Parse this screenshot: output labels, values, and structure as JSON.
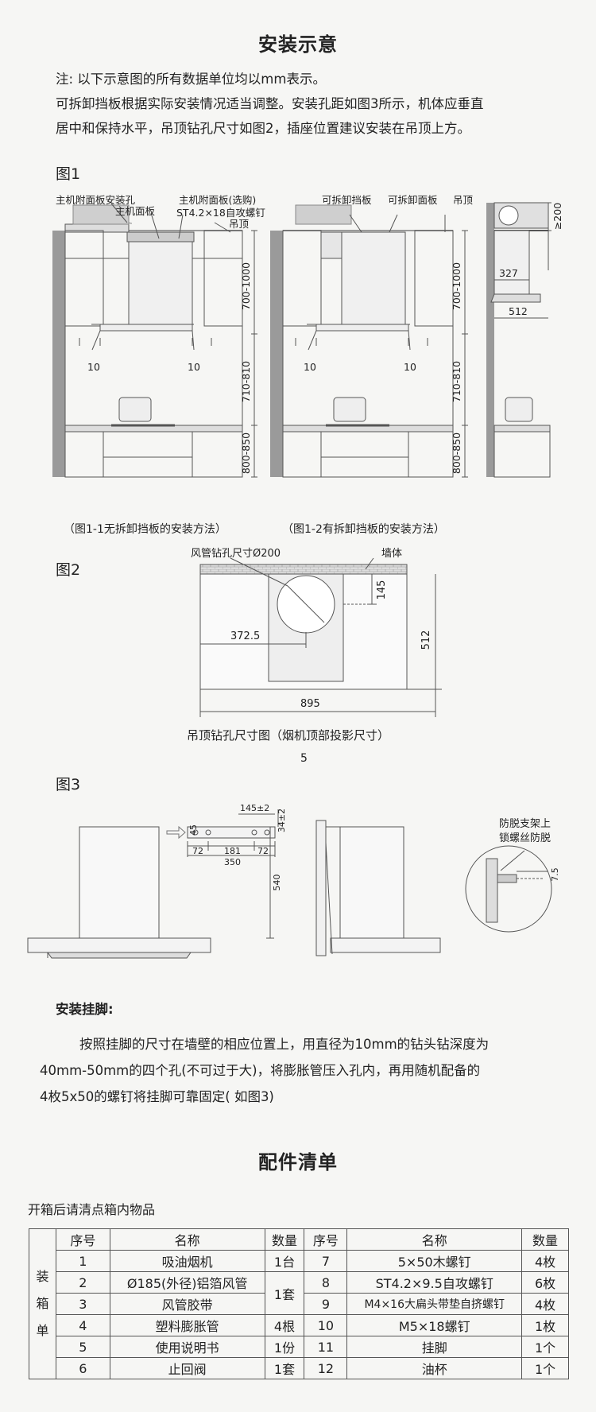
{
  "install": {
    "title": "安装示意",
    "note": "注: 以下示意图的所有数据单位均以mm表示。",
    "desc1": "可拆卸挡板根据实际安装情况适当调整。安装孔距如图3所示，机体应垂直",
    "desc2": "居中和保持水平，吊顶钻孔尺寸如图2，插座位置建议安装在吊顶上方。"
  },
  "fig1": {
    "label": "图1",
    "a": {
      "callout1": "主机附面板安装孔",
      "callout2": "主机面板",
      "callout3": "主机附面板(选购)",
      "callout4": "ST4.2×18自攻螺钉",
      "callout5": "吊顶",
      "dim_top": "700-1000",
      "dim_mid": "710-810",
      "dim_bot": "800-850",
      "gap_left": "10",
      "gap_right": "10",
      "caption": "（图1-1无拆卸挡板的安装方法）"
    },
    "b": {
      "callout1": "可拆卸挡板",
      "callout2": "可拆卸面板",
      "callout3": "吊顶",
      "dim_top": "700-1000",
      "dim_mid": "710-810",
      "dim_bot": "800-850",
      "gap_left": "10",
      "gap_right": "10",
      "caption": "（图1-2有拆卸挡板的安装方法）"
    },
    "c": {
      "dim_h": "≥200",
      "dim_w1": "327",
      "dim_w2": "512"
    }
  },
  "fig2": {
    "label": "图2",
    "hole": "风管钻孔尺寸Ø200",
    "wall": "墙体",
    "dim_145": "145",
    "dim_3725": "372.5",
    "dim_512": "512",
    "dim_895": "895",
    "caption": "吊顶钻孔尺寸图（烟机顶部投影尺寸）",
    "page_num": "5"
  },
  "fig3": {
    "label": "图3",
    "dim_145": "145±2",
    "dim_34": "34±2",
    "dim_45": "45",
    "dim_72a": "72",
    "dim_181": "181",
    "dim_72b": "72",
    "dim_350": "350",
    "dim_540": "540",
    "note1": "防脱支架上",
    "note2": "锁螺丝防脱",
    "dim_75": "7.5"
  },
  "hanging": {
    "title": "安装挂脚:",
    "line1": "按照挂脚的尺寸在墙壁的相应位置上，用直径为10mm的钻头钻深度为",
    "line2": "40mm-50mm的四个孔(不可过于大)，将膨胀管压入孔内，再用随机配备的",
    "line3": "4枚5x50的螺钉将挂脚可靠固定( 如图3)"
  },
  "parts": {
    "title": "配件清单",
    "subtitle": "开箱后请清点箱内物品",
    "side": [
      "装",
      "箱",
      "单"
    ],
    "headers": [
      "序号",
      "名称",
      "数量",
      "序号",
      "名称",
      "数量"
    ],
    "rows": [
      [
        "1",
        "吸油烟机",
        "1台",
        "7",
        "5×50木螺钉",
        "4枚"
      ],
      [
        "2",
        "Ø185(外径)铝箔风管",
        "1套",
        "8",
        "ST4.2×9.5自攻螺钉",
        "6枚"
      ],
      [
        "3",
        "风管胶带",
        "",
        "9",
        "M4×16大扁头带垫自挤螺钉",
        "4枚"
      ],
      [
        "4",
        "塑料膨胀管",
        "4根",
        "10",
        "M5×18螺钉",
        "1枚"
      ],
      [
        "5",
        "使用说明书",
        "1份",
        "11",
        "挂脚",
        "1个"
      ],
      [
        "6",
        "止回阀",
        "1套",
        "12",
        "油杯",
        "1个"
      ]
    ]
  }
}
